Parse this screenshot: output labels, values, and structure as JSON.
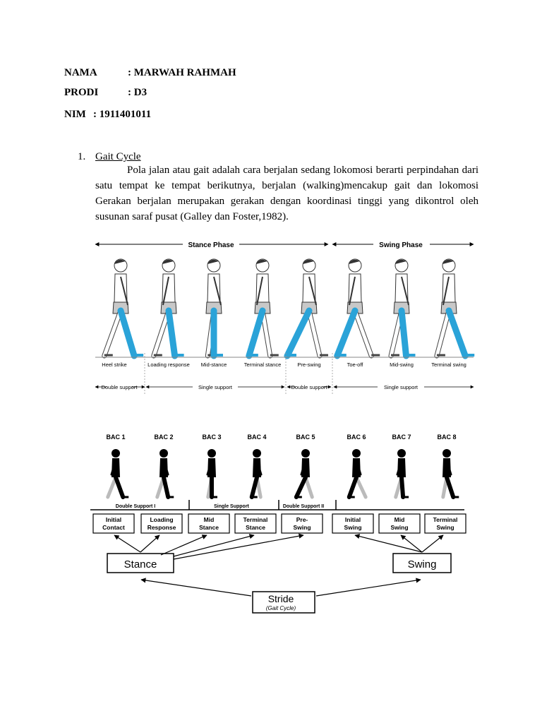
{
  "header": {
    "nama_label": "NAMA",
    "nama_value": ": MARWAH RAHMAH",
    "prodi_label": "PRODI",
    "prodi_value": ": D3",
    "nim_label": "NIM",
    "nim_value": ": 1911401011"
  },
  "section": {
    "number": "1.",
    "title": "Gait Cycle",
    "paragraph": "Pola jalan atau gait adalah cara berjalan sedang lokomosi berarti perpindahan dari satu tempat ke tempat berikutnya, berjalan (walking)mencakup gait dan lokomosi Gerakan berjalan merupakan gerakan dengan koordinasi tinggi  yang dikontrol oleh susunan saraf pusat (Galley dan Foster,1982)."
  },
  "figure1": {
    "stance_label": "Stance Phase",
    "swing_label": "Swing Phase",
    "phases": [
      "Heel strike",
      "Loading response",
      "Mid-stance",
      "Terminal stance",
      "Pre-swing",
      "Toe-off",
      "Mid-swing",
      "Terminal swing"
    ],
    "support": [
      "Double support",
      "Single support",
      "Double support",
      "Single support"
    ],
    "leg_color": "#2aa3d8"
  },
  "figure2": {
    "bac": [
      "BAC 1",
      "BAC 2",
      "BAC 3",
      "BAC 4",
      "BAC 5",
      "BAC 6",
      "BAC 7",
      "BAC 8"
    ],
    "support": [
      "Double Support I",
      "Single Support",
      "Double Support II"
    ],
    "phases": [
      [
        "Initial",
        "Contact"
      ],
      [
        "Loading",
        "Response"
      ],
      [
        "Mid",
        "Stance"
      ],
      [
        "Terminal",
        "Stance"
      ],
      [
        "Pre-",
        "Swing"
      ],
      [
        "Initial",
        "Swing"
      ],
      [
        "Mid",
        "Swing"
      ],
      [
        "Terminal",
        "Swing"
      ]
    ],
    "stance": "Stance",
    "swing": "Swing",
    "stride": "Stride",
    "stride_sub": "(Gait Cycle)"
  }
}
